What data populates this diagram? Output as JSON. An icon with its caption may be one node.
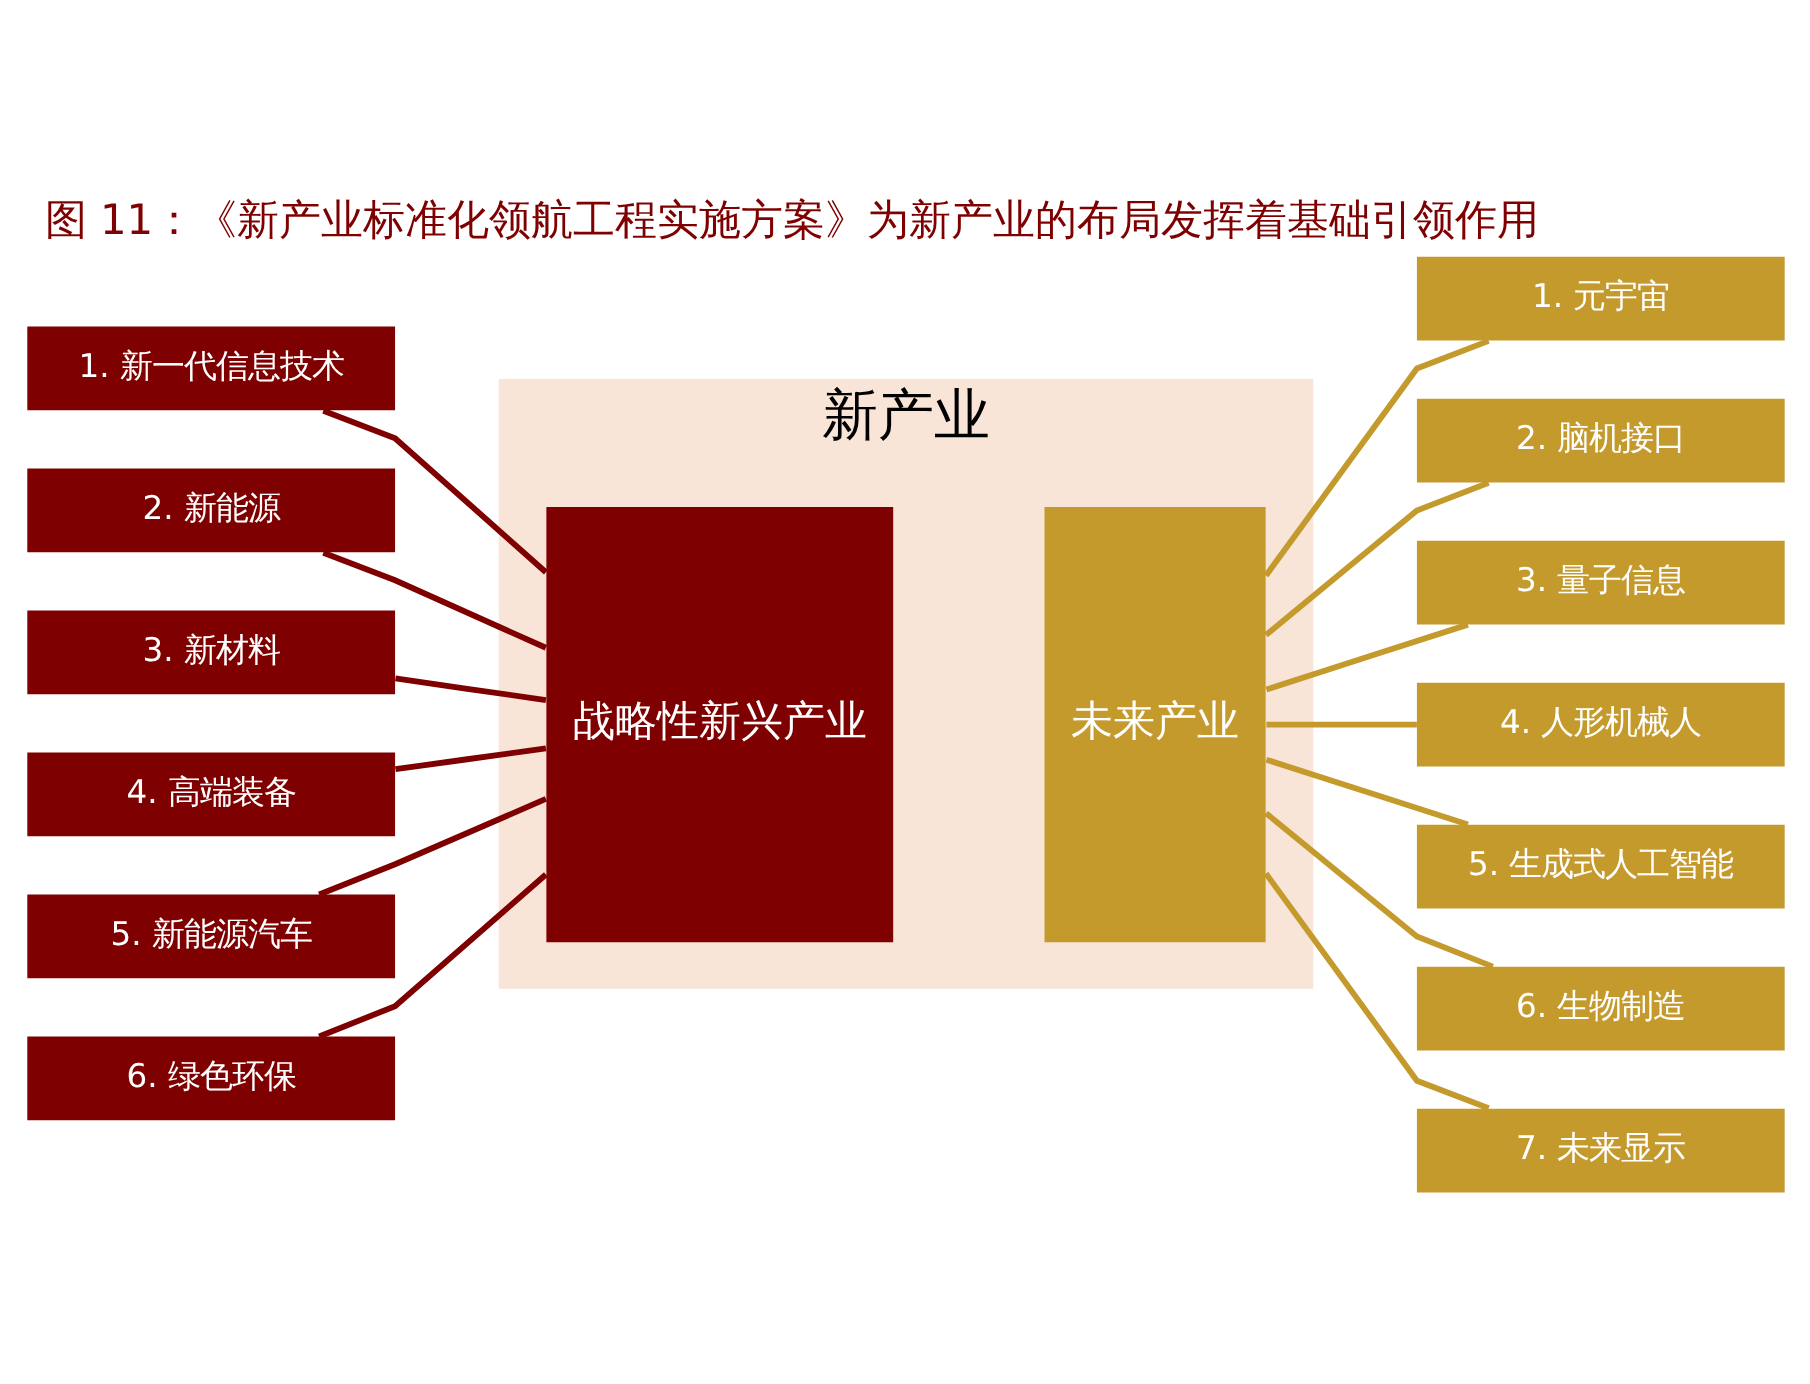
{
  "diagram": {
    "title": "图 11：《新产业标准化领航工程实施方案》为新产业的布局发挥着基础引领作用",
    "nodes": [
      {
        "text": [
          "新产业"
        ]
      },
      {
        "text": [
          "战略性新兴产业"
        ],
        "in": 0
      },
      {
        "text": [
          "未来产业"
        ],
        "in": 0
      },
      {
        "text": [
          "1. 新一代信息技术"
        ]
      },
      {
        "text": [
          "2. 新能源"
        ]
      },
      {
        "text": [
          "3. 新材料"
        ]
      },
      {
        "text": [
          "4. 高端装备"
        ]
      },
      {
        "text": [
          "5. 新能源汽车"
        ]
      },
      {
        "text": [
          "6. 绿色环保"
        ]
      },
      {
        "text": [
          "1. 元宇宙"
        ]
      },
      {
        "text": [
          "2. 脑机接口"
        ]
      },
      {
        "text": [
          "3. 量子信息"
        ]
      },
      {
        "text": [
          "4. 人形机械人"
        ]
      },
      {
        "text": [
          "5. 生成式人工智能"
        ]
      },
      {
        "text": [
          "6. 生物制造"
        ]
      },
      {
        "text": [
          "7. 未来显示"
        ]
      }
    ],
    "edges": [
      {
        "from": 3,
        "to": 1,
        "arrow": "none",
        "color": "#7f0000"
      },
      {
        "from": 4,
        "to": 1,
        "arrow": "none",
        "color": "#7f0000"
      },
      {
        "from": 5,
        "to": 1,
        "arrow": "none",
        "color": "#7f0000"
      },
      {
        "from": 6,
        "to": 1,
        "arrow": "none",
        "color": "#7f0000"
      },
      {
        "from": 7,
        "to": 1,
        "arrow": "none",
        "color": "#7f0000"
      },
      {
        "from": 8,
        "to": 1,
        "arrow": "none",
        "color": "#7f0000"
      },
      {
        "from": 2,
        "to": 9,
        "arrow": "none"
      },
      {
        "from": 2,
        "to": 10,
        "arrow": "none"
      },
      {
        "from": 2,
        "to": 11,
        "arrow": "none"
      },
      {
        "from": 2,
        "to": 12,
        "arrow": "none"
      },
      {
        "from": 2,
        "to": 13,
        "arrow": "none"
      },
      {
        "from": 2,
        "to": 14,
        "arrow": "none"
      },
      {
        "from": 2,
        "to": 15,
        "arrow": "none"
      }
    ]
  }
}
